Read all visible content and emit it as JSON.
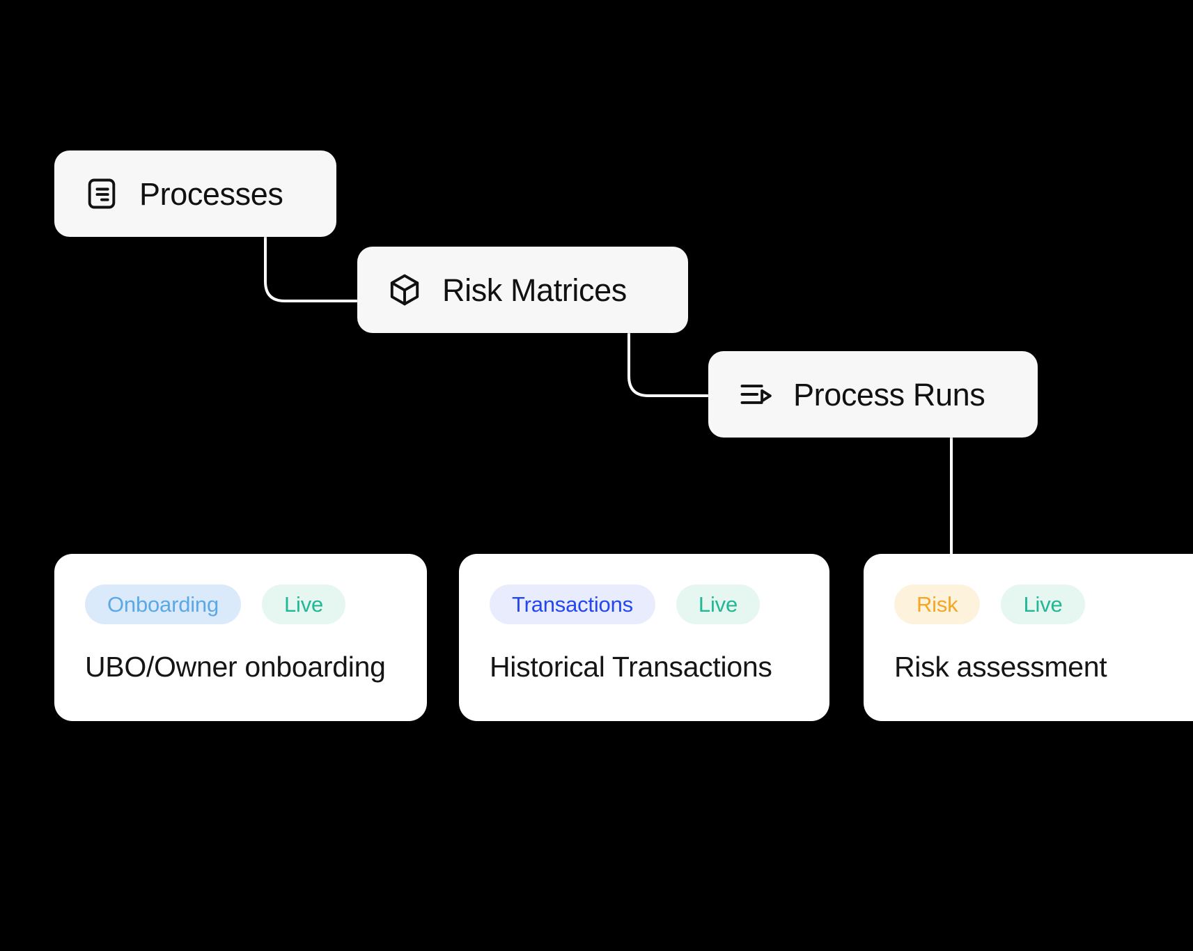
{
  "theme": {
    "background": "#000000",
    "node_bg": "#f7f7f7",
    "node_text": "#111111",
    "card_bg": "#ffffff",
    "card_title_text": "#151515",
    "connector_color": "#ffffff"
  },
  "tree": {
    "nodes": [
      {
        "id": "processes",
        "label": "Processes",
        "icon": "document-lines-icon"
      },
      {
        "id": "risk-matrices",
        "label": "Risk Matrices",
        "icon": "cube-icon"
      },
      {
        "id": "process-runs",
        "label": "Process Runs",
        "icon": "list-play-icon"
      }
    ]
  },
  "cards": [
    {
      "id": "onboarding",
      "title": "UBO/Owner onboarding",
      "badges": [
        {
          "label": "Onboarding",
          "bg": "#dbeafb",
          "fg": "#5aa9e6"
        },
        {
          "label": "Live",
          "bg": "#e6f7f1",
          "fg": "#22b795"
        }
      ]
    },
    {
      "id": "transactions",
      "title": "Historical Transactions",
      "badges": [
        {
          "label": "Transactions",
          "bg": "#e9ecfd",
          "fg": "#2447f0"
        },
        {
          "label": "Live",
          "bg": "#e6f7f1",
          "fg": "#22b795"
        }
      ]
    },
    {
      "id": "risk",
      "title": "Risk assessment",
      "badges": [
        {
          "label": "Risk",
          "bg": "#fdf3dd",
          "fg": "#f5a623"
        },
        {
          "label": "Live",
          "bg": "#e6f7f1",
          "fg": "#22b795"
        }
      ]
    }
  ]
}
